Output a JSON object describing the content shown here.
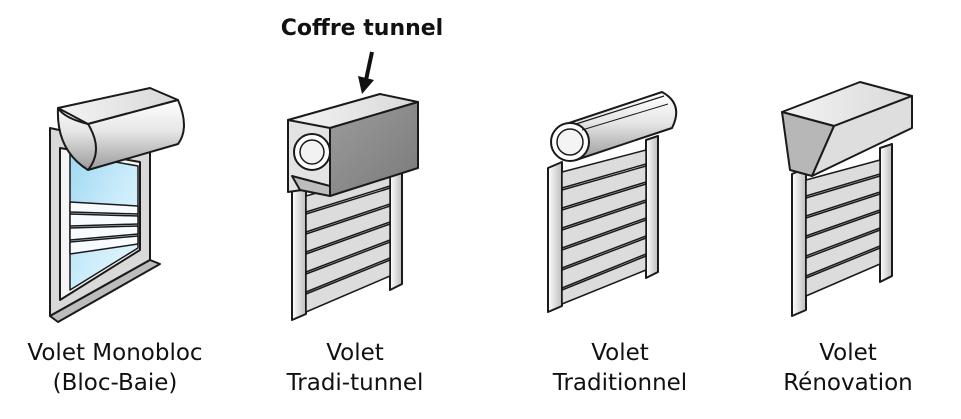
{
  "annotation": {
    "label": "Coffre tunnel"
  },
  "items": [
    {
      "line1": "Volet Monobloc",
      "line2": "(Bloc-Baie)"
    },
    {
      "line1": "Volet",
      "line2": "Tradi-tunnel"
    },
    {
      "line1": "Volet",
      "line2": "Traditionnel"
    },
    {
      "line1": "Volet",
      "line2": "Rénovation"
    }
  ],
  "colors": {
    "outline": "#1a1a1a",
    "metal_light": "#f2f2f2",
    "metal_mid": "#c8c8c8",
    "metal_dark": "#8e8e8e",
    "glass": "#aee0f5"
  }
}
